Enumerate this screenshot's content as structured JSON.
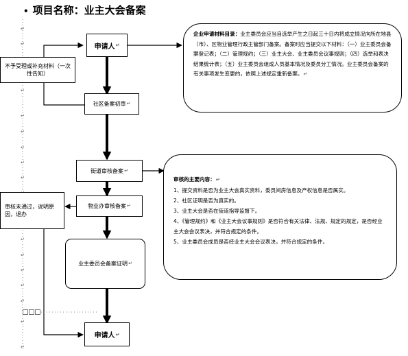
{
  "title": "项目名称：业主大会备案",
  "nodes": {
    "applicant_top": "申请人",
    "not_accepted": "不予受理或补充材料（一次性告知）",
    "community": "社区备案初审",
    "street": "街道审核备案",
    "property_office": "物业办审核备案",
    "failed": "审核未通过，说明原因，退办",
    "certificate": "业主委员会备案证明",
    "applicant_bottom": "申请人"
  },
  "materials": {
    "heading": "企业申请材料目录：",
    "body": "业主委员会应当自选举产生之日起三十日内将成立情况向所在地县（市）、区物业管理行政主管部门备案。备案时应当提交以下材料：（一）业主委员会备案登记表；（二）管理规约；（三）业主大会、业主委员会议事规则；（四）选举和表决结果统计表；（五）业主委员会组成人员基本情况及委员分工情况。业主委员会备案的有关事项发生变更的，依照上述规定重新备案。"
  },
  "review": {
    "heading": "审核的主要内容：",
    "items": [
      "1、提交资料是否为业主大会真实资料，委员间房信息及产权信息是否属实。",
      "2、社区证明是否为真实的。",
      "3、业主大会是否在街道指导监督下。",
      "4、《管理规约》和《业主大会议事规则》是否符合有关法律、法规、规定的规定，是否经业主大会会议表决，并符合规定的条件。",
      "5、业主委员会成员是否经业主大会会议表决，并符合规定的条件。"
    ]
  },
  "icons": {
    "return_mark": "↵",
    "bullet": "•"
  },
  "colors": {
    "line": "#000000",
    "dotted": "#888888"
  }
}
